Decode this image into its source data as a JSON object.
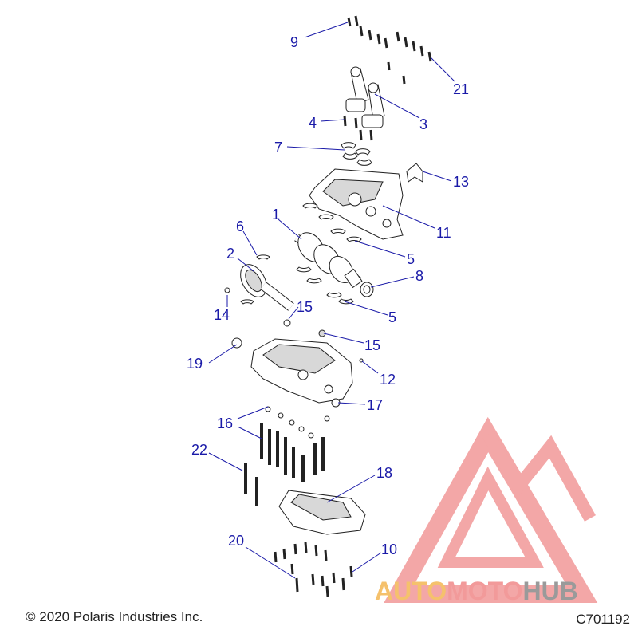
{
  "callouts": [
    {
      "id": "1",
      "label": "1"
    },
    {
      "id": "2",
      "label": "2"
    },
    {
      "id": "3",
      "label": "3"
    },
    {
      "id": "4",
      "label": "4"
    },
    {
      "id": "5a",
      "label": "5"
    },
    {
      "id": "5b",
      "label": "5"
    },
    {
      "id": "6",
      "label": "6"
    },
    {
      "id": "7",
      "label": "7"
    },
    {
      "id": "8",
      "label": "8"
    },
    {
      "id": "9",
      "label": "9"
    },
    {
      "id": "10",
      "label": "10"
    },
    {
      "id": "11",
      "label": "11"
    },
    {
      "id": "12",
      "label": "12"
    },
    {
      "id": "13",
      "label": "13"
    },
    {
      "id": "14",
      "label": "14"
    },
    {
      "id": "15a",
      "label": "15"
    },
    {
      "id": "15b",
      "label": "15"
    },
    {
      "id": "16",
      "label": "16"
    },
    {
      "id": "17",
      "label": "17"
    },
    {
      "id": "18",
      "label": "18"
    },
    {
      "id": "19",
      "label": "19"
    },
    {
      "id": "20",
      "label": "20"
    },
    {
      "id": "21",
      "label": "21"
    },
    {
      "id": "22",
      "label": "22"
    }
  ],
  "footer": {
    "copyright": "© 2020 Polaris Industries Inc.",
    "ref_code": "C701192"
  },
  "watermark": {
    "text_a": "AUTO",
    "text_b": "MOTO",
    "text_c": "HUB",
    "color_a": "#f5c16c",
    "color_b": "#f29a9a",
    "color_c": "#9a9a9a"
  }
}
